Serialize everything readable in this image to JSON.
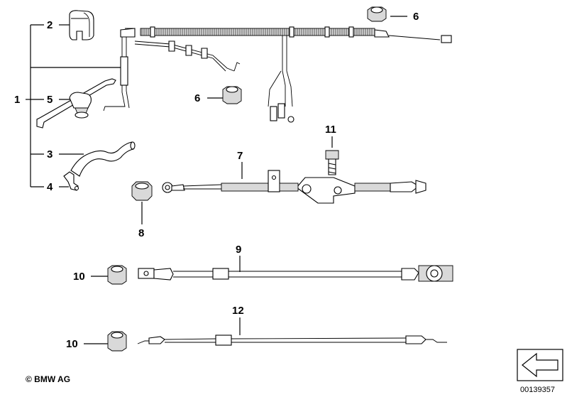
{
  "labels": {
    "p1": "1",
    "p2": "2",
    "p3": "3",
    "p4": "4",
    "p5": "5",
    "p6a": "6",
    "p6b": "6",
    "p7": "7",
    "p8": "8",
    "p9": "9",
    "p10a": "10",
    "p10b": "10",
    "p11": "11",
    "p12": "12"
  },
  "copyright": "© BMW AG",
  "diagram_number": "00139357",
  "icon": "arrow-left-icon"
}
